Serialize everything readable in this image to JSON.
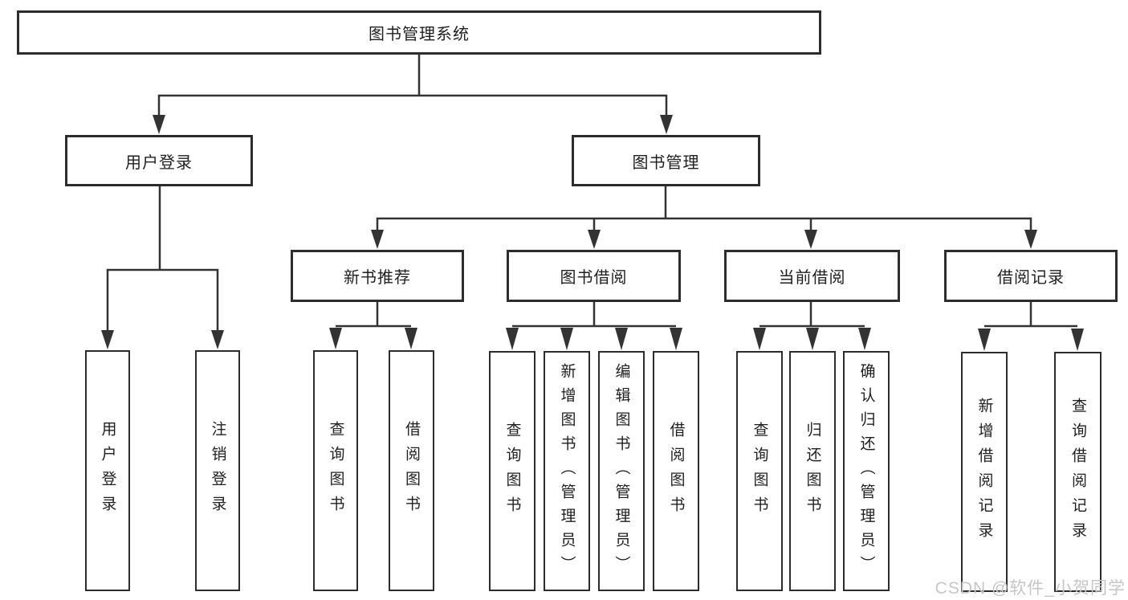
{
  "diagram": {
    "root": {
      "label": "图书管理系统"
    },
    "level2": [
      {
        "label": "用户登录"
      },
      {
        "label": "图书管理"
      }
    ],
    "level3": [
      {
        "label": "新书推荐",
        "parent": "图书管理"
      },
      {
        "label": "图书借阅",
        "parent": "图书管理"
      },
      {
        "label": "当前借阅",
        "parent": "图书管理"
      },
      {
        "label": "借阅记录",
        "parent": "图书管理"
      }
    ],
    "leaves": [
      {
        "label": "用户登录",
        "parent": "用户登录"
      },
      {
        "label": "注销登录",
        "parent": "用户登录"
      },
      {
        "label": "查询图书",
        "parent": "新书推荐"
      },
      {
        "label": "借阅图书",
        "parent": "新书推荐"
      },
      {
        "label": "查询图书",
        "parent": "图书借阅"
      },
      {
        "label": "新增图书（管理员）",
        "parent": "图书借阅"
      },
      {
        "label": "编辑图书（管理员）",
        "parent": "图书借阅"
      },
      {
        "label": "借阅图书",
        "parent": "图书借阅"
      },
      {
        "label": "查询图书",
        "parent": "当前借阅"
      },
      {
        "label": "归还图书",
        "parent": "当前借阅"
      },
      {
        "label": "确认归还（管理员）",
        "parent": "当前借阅"
      },
      {
        "label": "新增借阅记录",
        "parent": "借阅记录"
      },
      {
        "label": "查询借阅记录",
        "parent": "借阅记录"
      }
    ]
  },
  "watermark": {
    "text": "CSDN @软件_小贺同学",
    "color": "#c6c6c6"
  },
  "colors": {
    "line": "#333333",
    "box_border": "#2d2d2d",
    "text": "#1f1f1f",
    "background": "#ffffff"
  }
}
